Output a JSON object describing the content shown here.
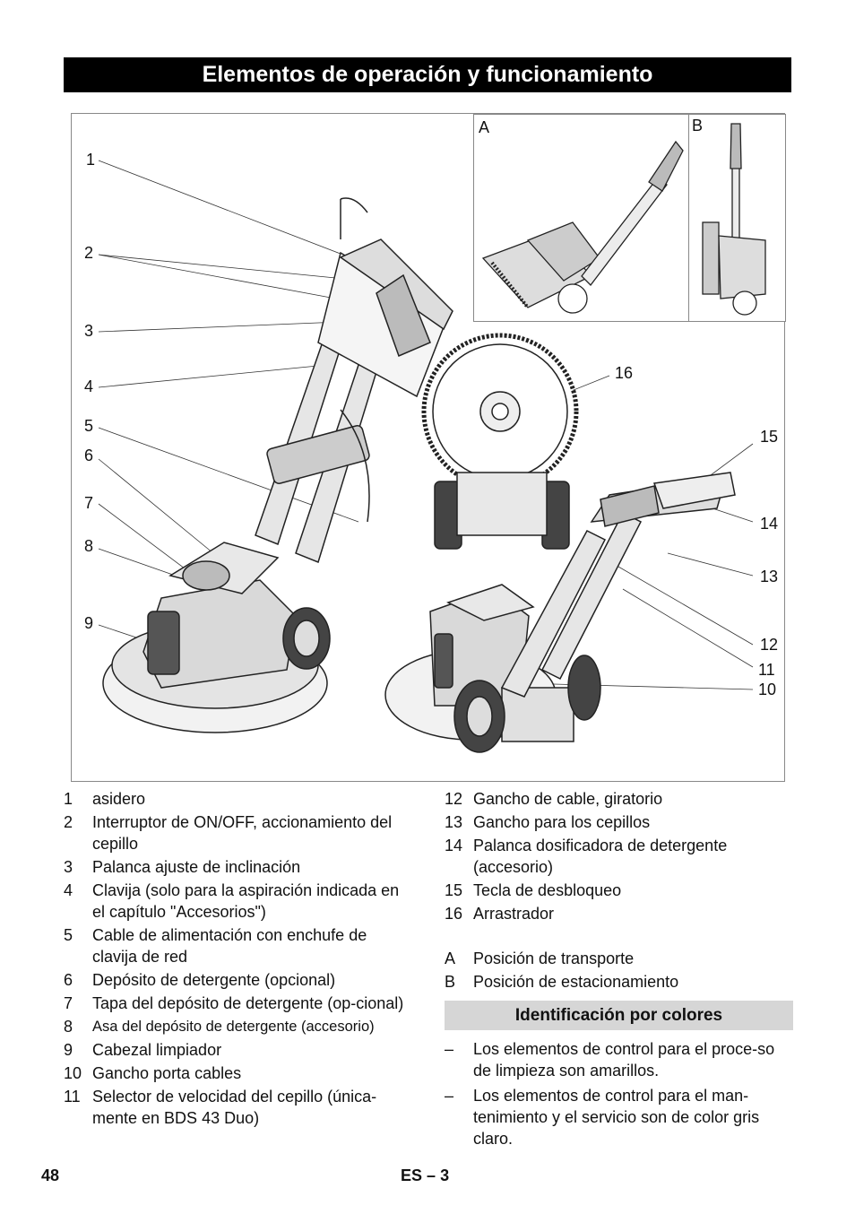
{
  "title": "Elementos de operación y funcionamiento",
  "figure": {
    "callouts": [
      "1",
      "2",
      "3",
      "4",
      "5",
      "6",
      "7",
      "8",
      "9",
      "10",
      "11",
      "12",
      "13",
      "14",
      "15",
      "16"
    ],
    "inset_a": "A",
    "inset_b": "B"
  },
  "left_items": [
    {
      "num": "1",
      "text": "asidero"
    },
    {
      "num": "2",
      "text": "Interruptor de ON/OFF, accionamiento del cepillo"
    },
    {
      "num": "3",
      "text": "Palanca ajuste de inclinación"
    },
    {
      "num": "4",
      "text": "Clavija (solo para la aspiración indicada en el capítulo \"Accesorios\")"
    },
    {
      "num": "5",
      "text": "Cable de alimentación con enchufe de clavija de red"
    },
    {
      "num": "6",
      "text": "Depósito de detergente (opcional)"
    },
    {
      "num": "7",
      "text": "Tapa del depósito de detergente (op-cional)"
    },
    {
      "num": "8",
      "text": "Asa del depósito de detergente (accesorio)"
    },
    {
      "num": "9",
      "text": "Cabezal limpiador"
    },
    {
      "num": "10",
      "text": "Gancho porta cables"
    },
    {
      "num": "11",
      "text": "Selector de velocidad del cepillo (única-mente en BDS 43 Duo)"
    }
  ],
  "right_items": [
    {
      "num": "12",
      "text": "Gancho de cable, giratorio"
    },
    {
      "num": "13",
      "text": "Gancho para los cepillos"
    },
    {
      "num": "14",
      "text": "Palanca dosificadora de detergente (accesorio)"
    },
    {
      "num": "15",
      "text": "Tecla de desbloqueo"
    },
    {
      "num": "16",
      "text": "Arrastrador"
    }
  ],
  "position_items": [
    {
      "num": "A",
      "text": "Posición de transporte"
    },
    {
      "num": "B",
      "text": "Posición de estacionamiento"
    }
  ],
  "subheading": "Identificación por colores",
  "bullets": [
    {
      "dash": "–",
      "text": "Los elementos de control para el proce-so de limpieza son amarillos."
    },
    {
      "dash": "–",
      "text": "Los elementos de control para el man-tenimiento y el servicio son de color gris claro."
    }
  ],
  "footer": {
    "page": "48",
    "lang": "ES",
    "sep": "–",
    "num": "3"
  }
}
